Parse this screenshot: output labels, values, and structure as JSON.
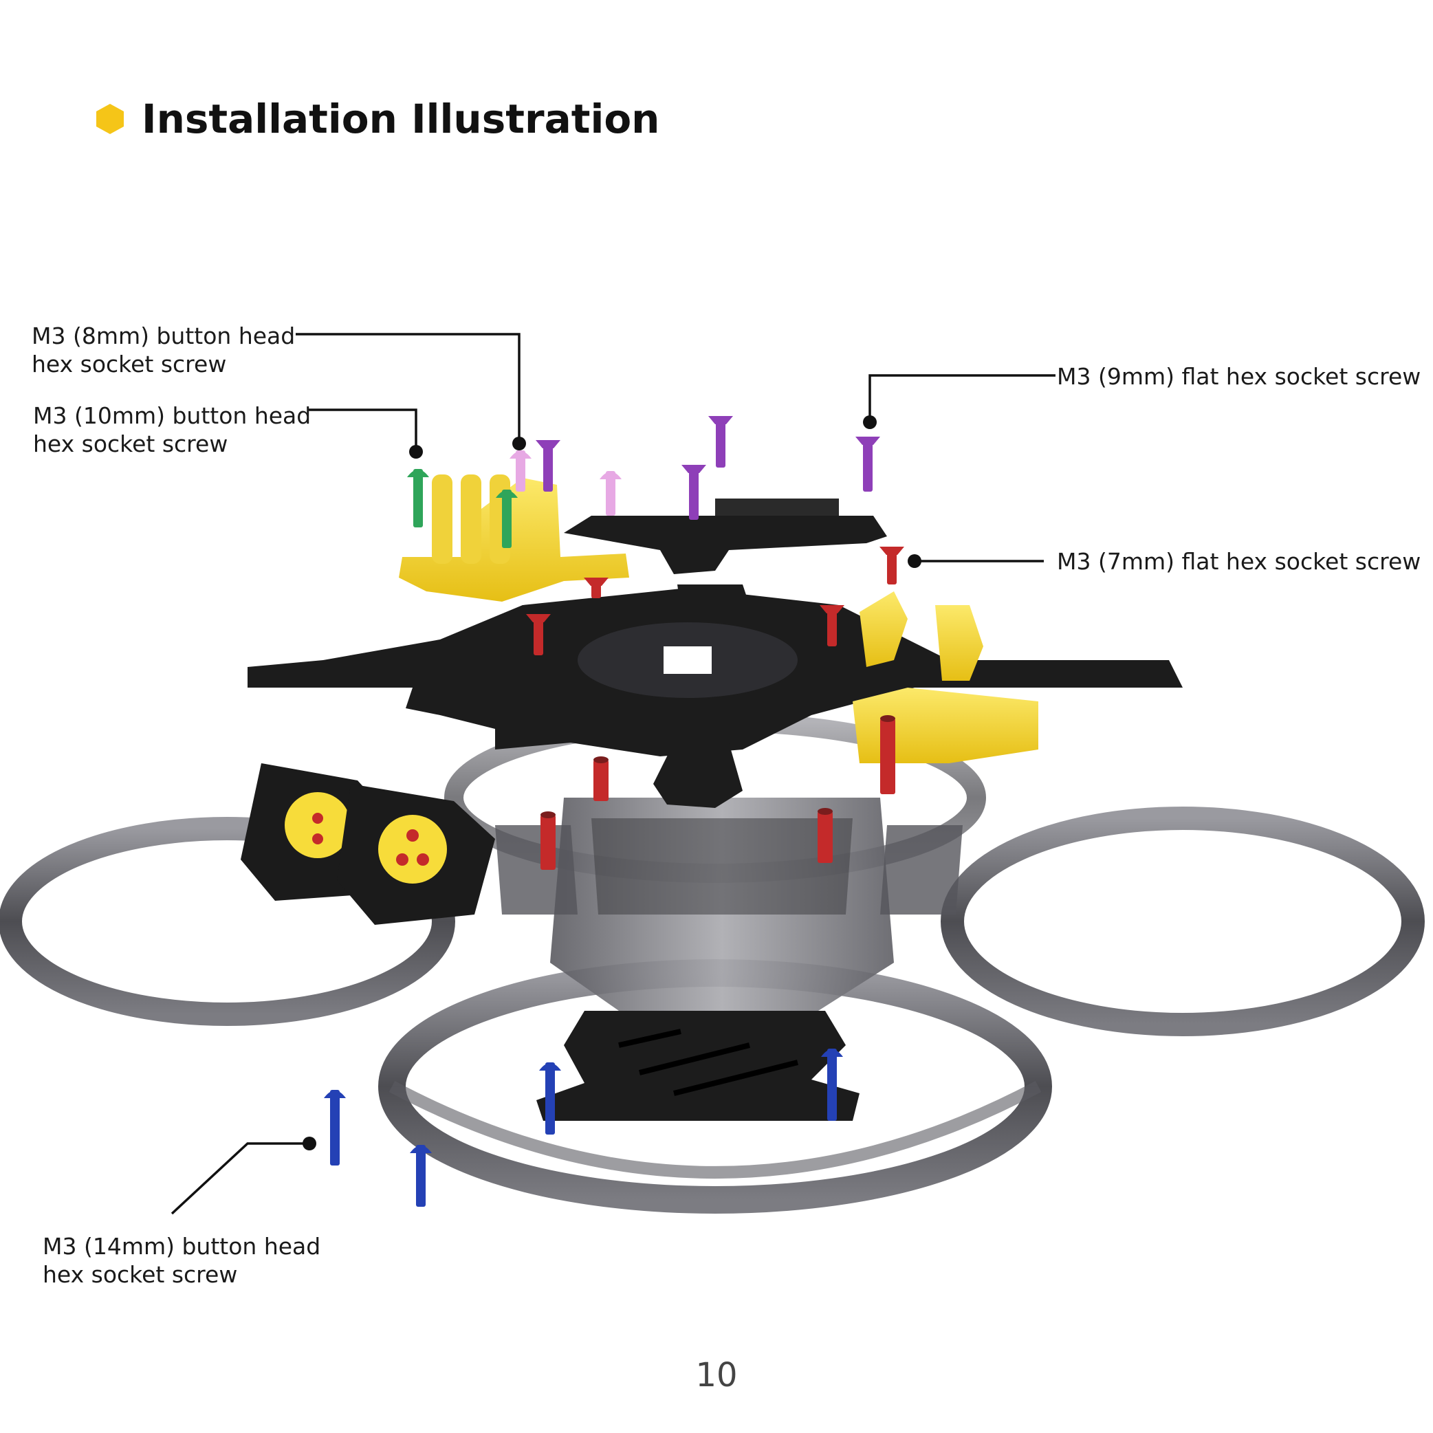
{
  "header": {
    "title": "Installation Illustration",
    "bullet_color": "#F5C518"
  },
  "callouts": {
    "m3_8mm": {
      "line1": "M3 (8mm) button head",
      "line2": "hex socket screw",
      "screw_color": "#E7A9E4"
    },
    "m3_10mm": {
      "line1": "M3 (10mm) button head",
      "line2": "hex socket screw",
      "screw_color": "#2FA55A"
    },
    "m3_9mm": {
      "line1": "M3 (9mm) flat hex socket screw",
      "screw_color": "#8E3FB8"
    },
    "m3_7mm": {
      "line1": "M3 (7mm) flat hex socket screw",
      "screw_color": "#C42A2A"
    },
    "m3_14mm": {
      "line1": "M3 (14mm) button head",
      "line2": "hex socket screw",
      "screw_color": "#2441B5"
    }
  },
  "colors": {
    "carbon": "#1c1c1c",
    "frame_grey": "#6f6f73",
    "duct_dark": "#4a4a4f",
    "mount_yellow": "#F7DC3A"
  },
  "footer": {
    "page_number": "10"
  }
}
